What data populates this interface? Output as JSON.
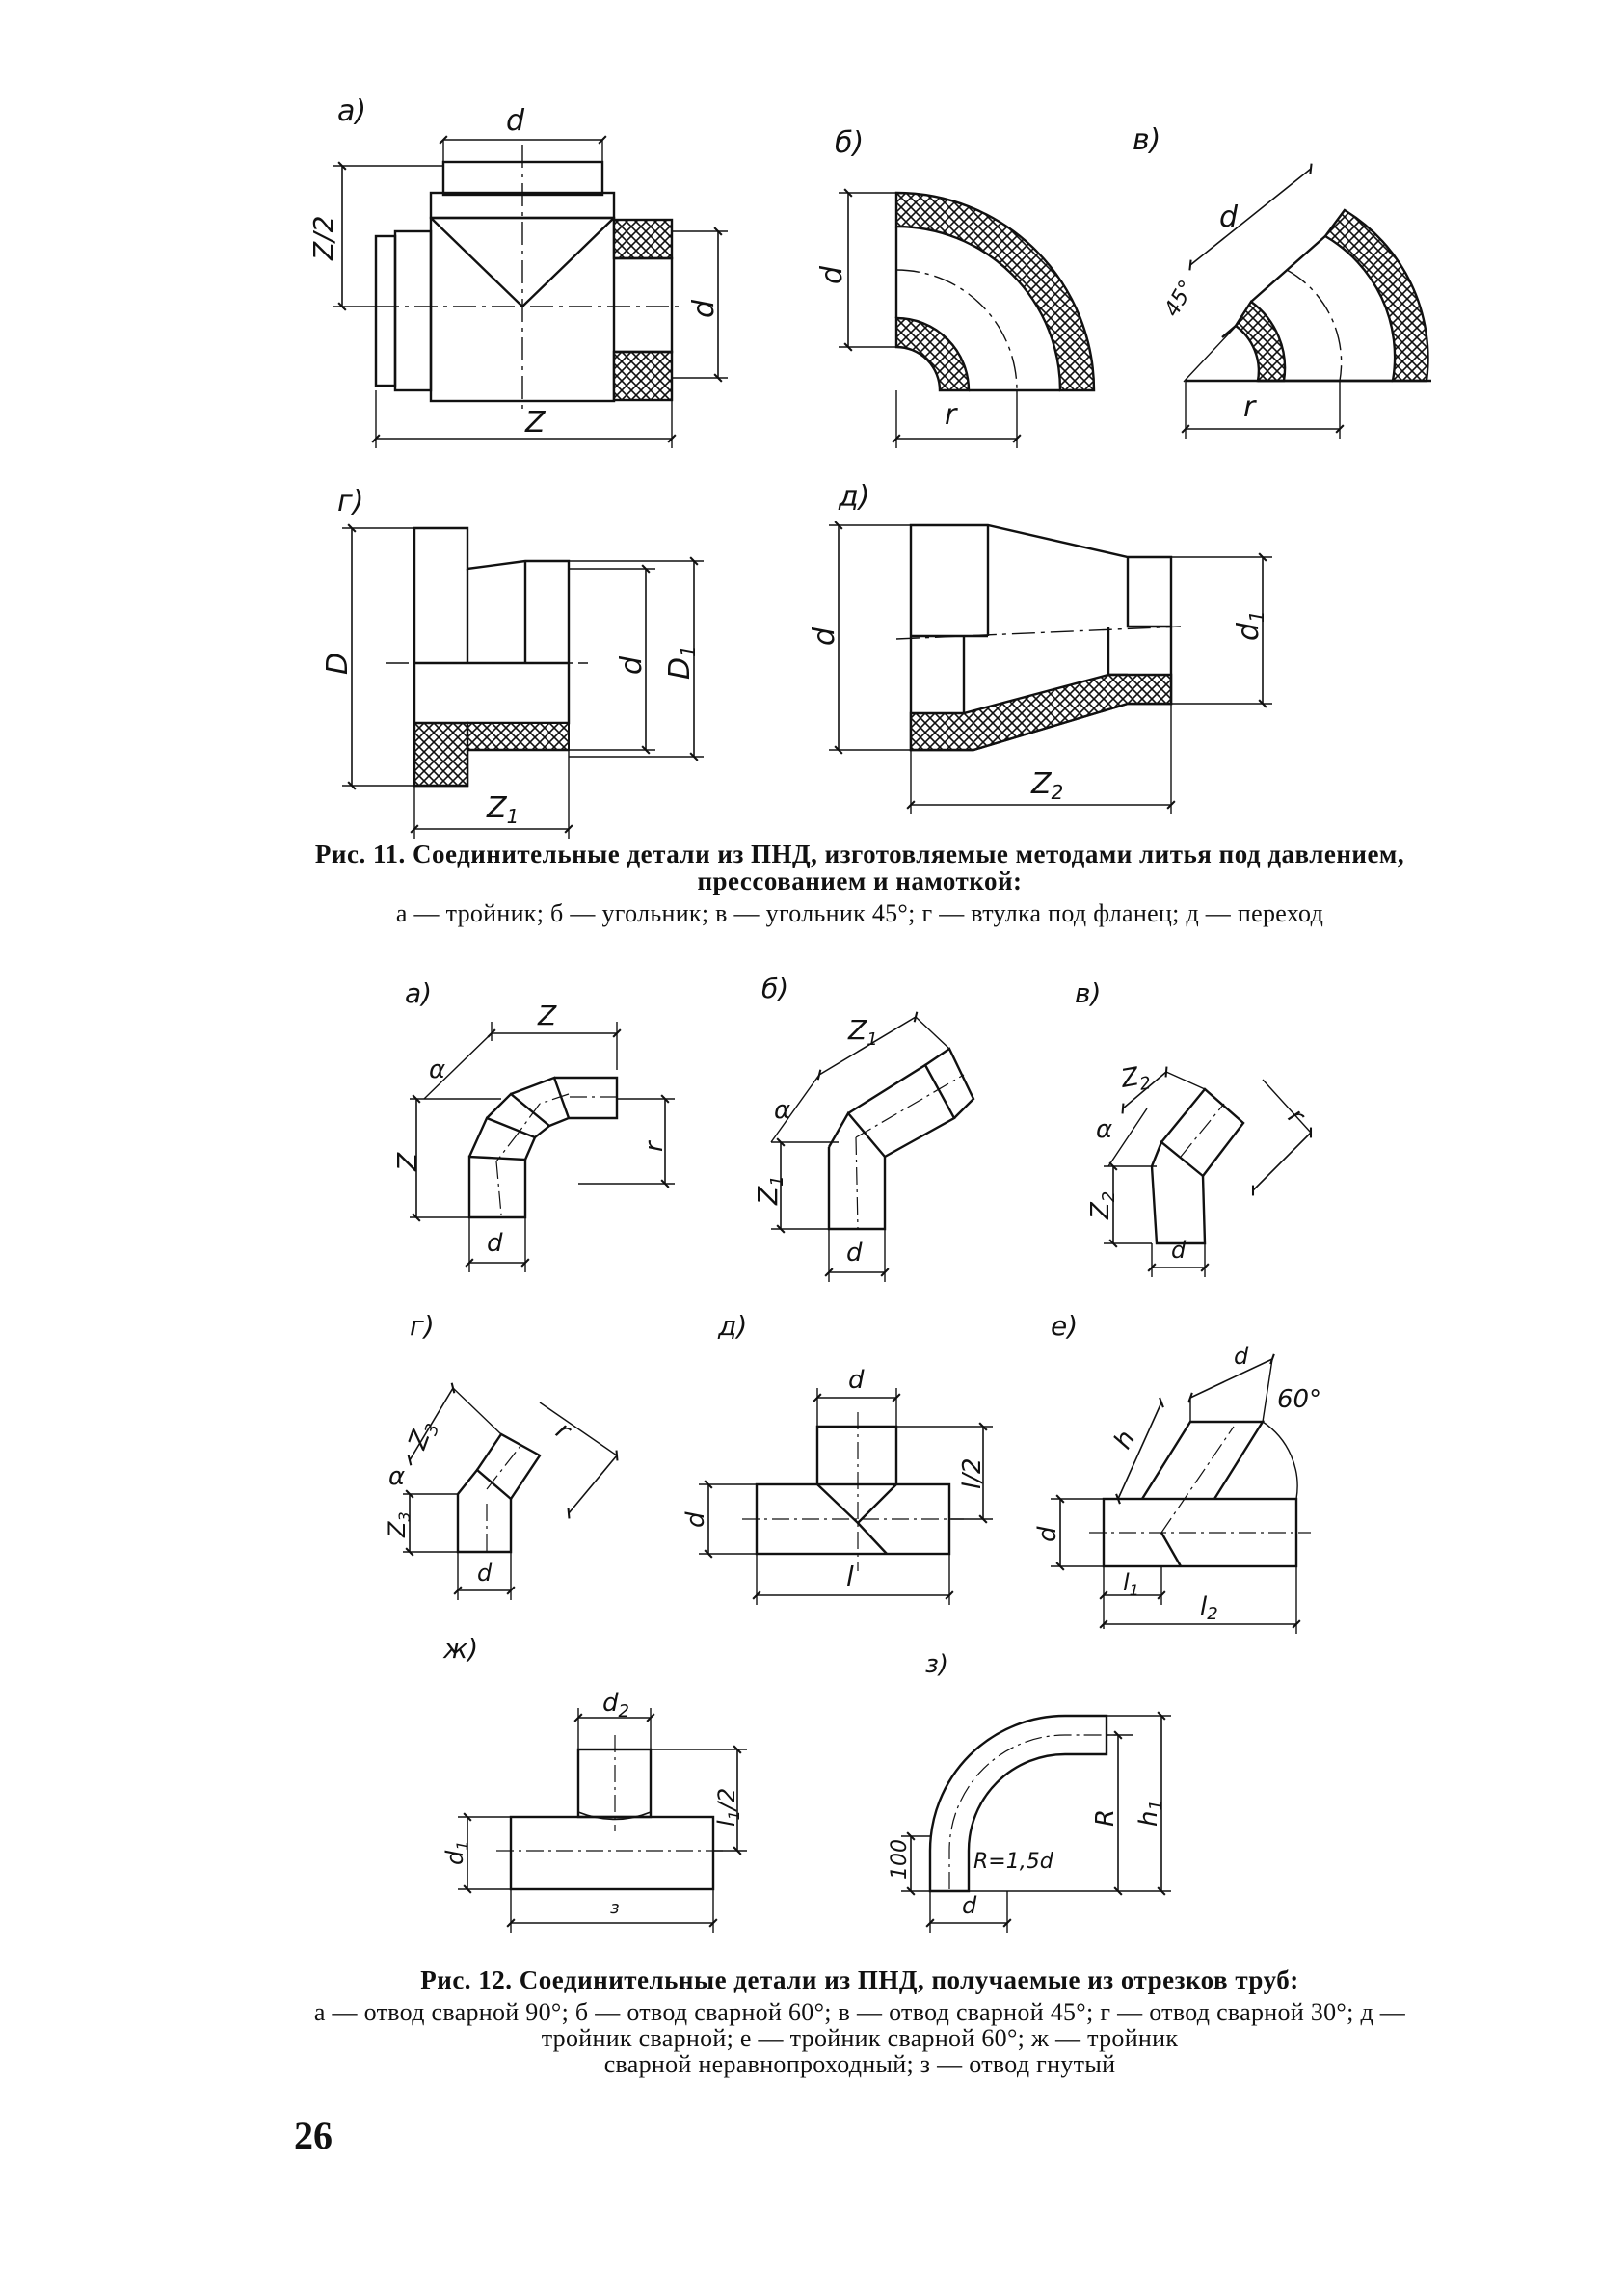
{
  "fig11": {
    "panel_labels": [
      "а)",
      "б)",
      "в)",
      "г)",
      "д)"
    ],
    "dims": {
      "a_top": "d",
      "a_left": "Z/2",
      "a_right": "d",
      "a_bottom": "Z",
      "b_left": "d",
      "b_bottom": "r",
      "c_top": "d",
      "c_angle": "45°",
      "c_bottom": "r",
      "g_left": "D",
      "g_d": "d",
      "g_D1": "D",
      "g_D1_sub": "1",
      "g_Z1": "Z",
      "g_Z1_sub": "1",
      "d_left": "d",
      "d_d1": "d",
      "d_d1_sub": "1",
      "d_Z2": "Z",
      "d_Z2_sub": "2"
    },
    "caption_title": "Рис. 11. Соединительные детали из ПНД, изготовляемые методами литья под давлением, прессованием и намоткой:",
    "caption_legend": "а — тройник; б — угольник; в — угольник 45°; г — втулка под фланец; д — переход"
  },
  "fig12": {
    "panel_labels": [
      "а)",
      "б)",
      "в)",
      "г)",
      "д)",
      "е)",
      "ж)",
      "з)"
    ],
    "dims": {
      "a_Z_top": "Z",
      "a_alpha": "α",
      "a_Z_left": "Z",
      "a_r": "r",
      "a_d": "d",
      "b_Z1": "Z",
      "b_Z1_sub": "1",
      "b_alpha": "α",
      "b_d": "d",
      "c_Z2": "Z",
      "c_Z2_sub": "2",
      "c_alpha": "α",
      "c_r": "r",
      "c_d": "d",
      "g_Z3": "Z",
      "g_Z3_sub": "3",
      "g_alpha": "α",
      "g_r": "r",
      "g_d": "d",
      "d_d_top": "d",
      "d_l2": "l/2",
      "d_d_left": "d",
      "d_l": "l",
      "e_h": "h",
      "e_d": "d",
      "e_angle": "60°",
      "e_d_left": "d",
      "e_l1": "l",
      "e_l1_sub": "1",
      "e_l2": "l",
      "e_l2_sub": "2",
      "zh_d2": "d",
      "zh_d2_sub": "2",
      "zh_l12": "l",
      "zh_l12_tail": "/2",
      "zh_d1": "d",
      "zh_d1_sub": "1",
      "zh_bottom": "з",
      "z_100": "100",
      "z_R": "R",
      "z_R15d": "R=1,5d",
      "z_h1": "h",
      "z_h1_sub": "1",
      "z_d": "d"
    },
    "caption_title": "Рис. 12. Соединительные детали из ПНД, получаемые из отрезков труб:",
    "caption_legend_1": "а — отвод сварной 90°; б — отвод сварной 60°; в — отвод сварной 45°; г — отвод сварной 30°; д — тройник сварной; е — тройник сварной 60°; ж — тройник",
    "caption_legend_2": "сварной неравнопроходный; з — отвод гнутый"
  },
  "page_number": "26"
}
